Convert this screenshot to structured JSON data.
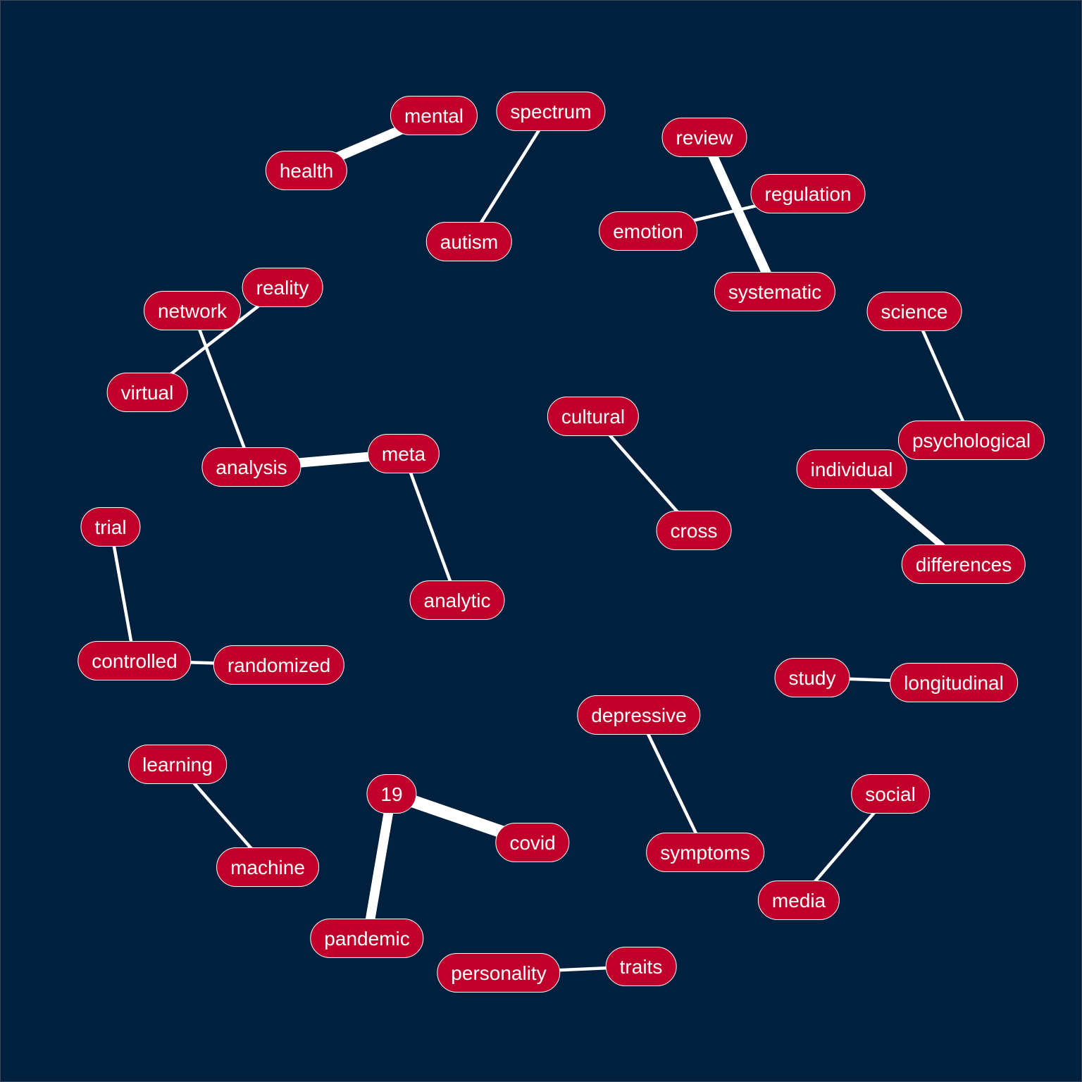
{
  "diagram": {
    "background_color": "#01203d",
    "node_fill_color": "#c0002a",
    "node_text_color": "#ffffff",
    "edge_color": "#ffffff",
    "nodes": [
      {
        "id": "mental",
        "label": "mental"
      },
      {
        "id": "health",
        "label": "health"
      },
      {
        "id": "spectrum",
        "label": "spectrum"
      },
      {
        "id": "autism",
        "label": "autism"
      },
      {
        "id": "review",
        "label": "review"
      },
      {
        "id": "regulation",
        "label": "regulation"
      },
      {
        "id": "emotion",
        "label": "emotion"
      },
      {
        "id": "systematic",
        "label": "systematic"
      },
      {
        "id": "reality",
        "label": "reality"
      },
      {
        "id": "network",
        "label": "network"
      },
      {
        "id": "virtual",
        "label": "virtual"
      },
      {
        "id": "science",
        "label": "science"
      },
      {
        "id": "cultural",
        "label": "cultural"
      },
      {
        "id": "psychological",
        "label": "psychological"
      },
      {
        "id": "individual",
        "label": "individual"
      },
      {
        "id": "analysis",
        "label": "analysis"
      },
      {
        "id": "meta",
        "label": "meta"
      },
      {
        "id": "cross",
        "label": "cross"
      },
      {
        "id": "trial",
        "label": "trial"
      },
      {
        "id": "differences",
        "label": "differences"
      },
      {
        "id": "analytic",
        "label": "analytic"
      },
      {
        "id": "controlled",
        "label": "controlled"
      },
      {
        "id": "randomized",
        "label": "randomized"
      },
      {
        "id": "study",
        "label": "study"
      },
      {
        "id": "longitudinal",
        "label": "longitudinal"
      },
      {
        "id": "depressive",
        "label": "depressive"
      },
      {
        "id": "learning",
        "label": "learning"
      },
      {
        "id": "n19",
        "label": "19"
      },
      {
        "id": "social",
        "label": "social"
      },
      {
        "id": "covid",
        "label": "covid"
      },
      {
        "id": "symptoms",
        "label": "symptoms"
      },
      {
        "id": "machine",
        "label": "machine"
      },
      {
        "id": "media",
        "label": "media"
      },
      {
        "id": "pandemic",
        "label": "pandemic"
      },
      {
        "id": "traits",
        "label": "traits"
      },
      {
        "id": "personality",
        "label": "personality"
      }
    ],
    "edges": [
      {
        "source": "mental",
        "target": "health",
        "weight": 3
      },
      {
        "source": "spectrum",
        "target": "autism",
        "weight": 1
      },
      {
        "source": "review",
        "target": "systematic",
        "weight": 3
      },
      {
        "source": "regulation",
        "target": "emotion",
        "weight": 1
      },
      {
        "source": "reality",
        "target": "virtual",
        "weight": 1
      },
      {
        "source": "network",
        "target": "analysis",
        "weight": 1
      },
      {
        "source": "analysis",
        "target": "meta",
        "weight": 3
      },
      {
        "source": "meta",
        "target": "analytic",
        "weight": 1
      },
      {
        "source": "science",
        "target": "psychological",
        "weight": 1
      },
      {
        "source": "individual",
        "target": "differences",
        "weight": 2
      },
      {
        "source": "cultural",
        "target": "cross",
        "weight": 1
      },
      {
        "source": "trial",
        "target": "controlled",
        "weight": 1
      },
      {
        "source": "controlled",
        "target": "randomized",
        "weight": 1
      },
      {
        "source": "study",
        "target": "longitudinal",
        "weight": 1
      },
      {
        "source": "depressive",
        "target": "symptoms",
        "weight": 1
      },
      {
        "source": "learning",
        "target": "machine",
        "weight": 1
      },
      {
        "source": "n19",
        "target": "covid",
        "weight": 4
      },
      {
        "source": "n19",
        "target": "pandemic",
        "weight": 3
      },
      {
        "source": "social",
        "target": "media",
        "weight": 1
      },
      {
        "source": "personality",
        "target": "traits",
        "weight": 1
      }
    ]
  }
}
